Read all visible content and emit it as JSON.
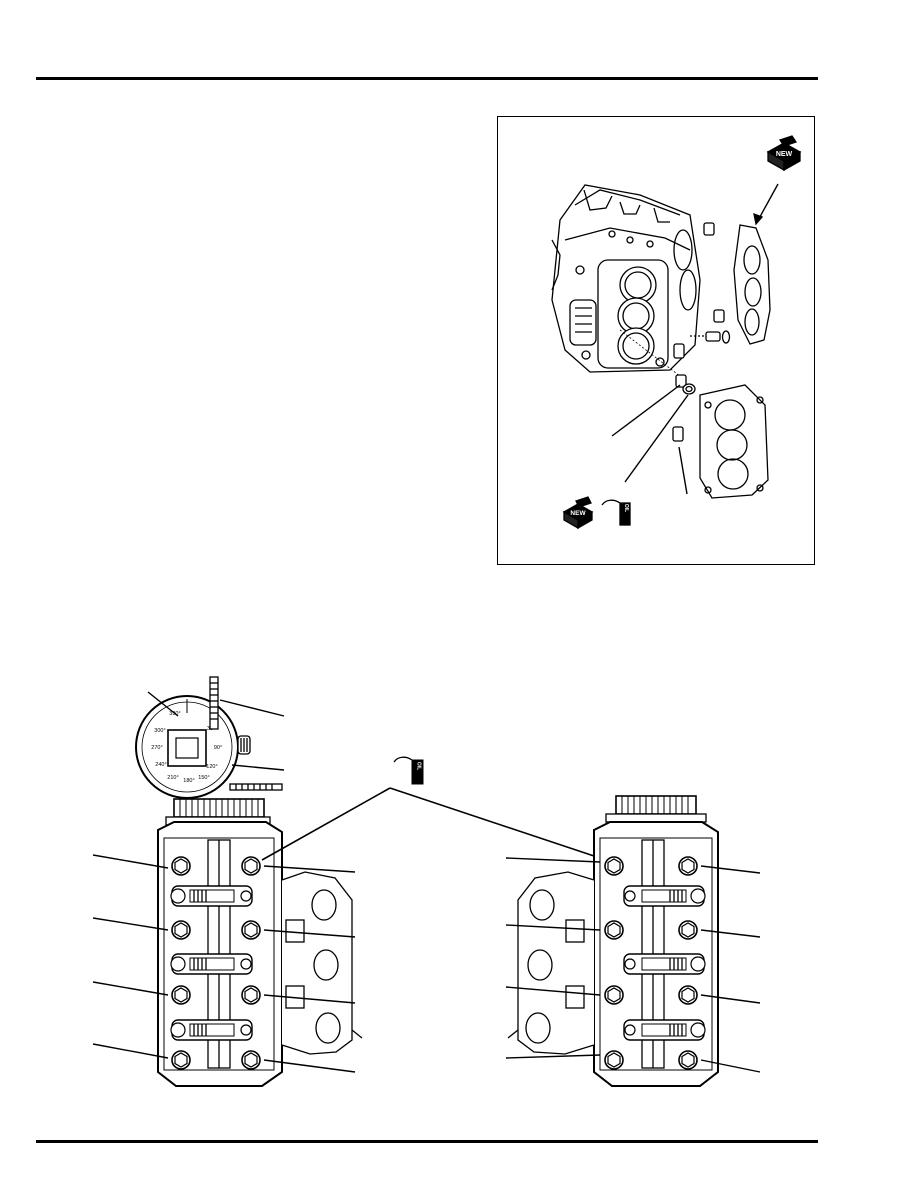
{
  "dial": {
    "ticks": [
      "330°",
      "30°",
      "300°",
      "90°",
      "270°",
      "240°",
      "120°",
      "210°",
      "180°",
      "150°"
    ]
  },
  "icons": {
    "new_badge": "NEW",
    "oil_badge": "OIL"
  },
  "colors": {
    "ink": "#000000",
    "paper": "#ffffff"
  }
}
